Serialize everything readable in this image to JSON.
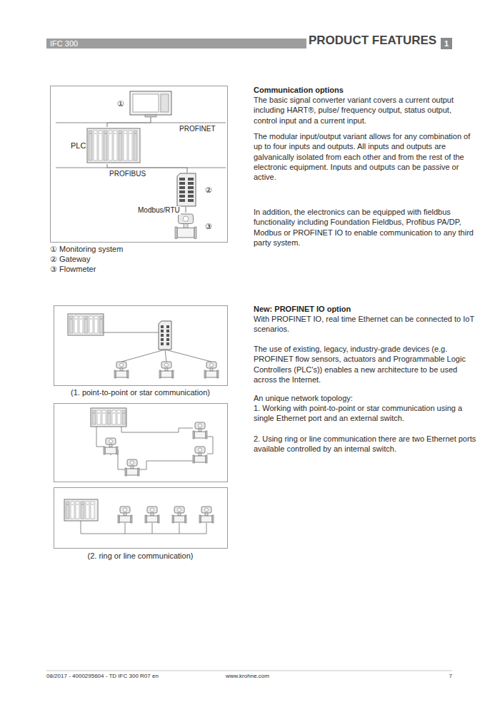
{
  "diagram": {
    "title": "PRODUCT FEATURES",
    "nodes": [
      {
        "text": [
          "①"
        ]
      },
      {
        "text": [
          "PLC"
        ]
      },
      {
        "text": [
          "②"
        ]
      },
      {
        "text": [
          "③"
        ]
      }
    ],
    "edges": [
      {
        "from": 0,
        "to": 1,
        "arrow": "none",
        "label": "PROFINET"
      },
      {
        "from": 1,
        "to": 2,
        "arrow": "none",
        "label": "PROFIBUS"
      },
      {
        "from": 2,
        "to": 3,
        "arrow": "none",
        "label": "Modbus/RTU"
      }
    ],
    "labels": [
      "IFC 300",
      "1",
      "① Monitoring system",
      "② Gateway",
      "③ Flowmeter",
      "Communication options",
      "The basic signal converter variant covers a current output including HART®, pulse/ frequency output, status output, control input and a current input.",
      "The modular input/output variant allows for any combination of up to four inputs and outputs. All inputs and outputs are galvanically isolated from each other and from the rest of the electronic equipment. Inputs and outputs can be passive or active.",
      "In addition, the electronics can be equipped with fieldbus functionality including Foundation Fieldbus, Profibus PA/DP, Modbus or PROFINET IO to enable communication to any third party system.",
      "New: PROFINET IO option",
      "With PROFINET IO, real time Ethernet can be connected to IoT scenarios.",
      "The use of existing, legacy, industry-grade devices (e.g. PROFINET flow sensors, actuators and Programmable Logic Controllers (PLC's)) enables a new architecture to be used across the Internet.",
      "An unique network topology:",
      "1. Working with point-to-point or star communication using a single Ethernet port and an external switch.",
      "2. Using ring or line communication there are two Ethernet ports available controlled by an internal switch.",
      "(1. point-to-point or star communication)",
      "(2. ring or line communication)",
      "08/2017 - 4000295604 - TD IFC 300 R07 en",
      "www.krohne.com",
      "7"
    ]
  }
}
